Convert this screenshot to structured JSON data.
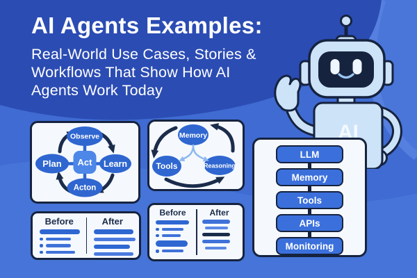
{
  "header": {
    "title": "AI Agents Examples:",
    "subtitle_line1": "Real-World Use Cases, Stories &",
    "subtitle_line2": "Workflows That Show How AI",
    "subtitle_line3": "Agents Work Today"
  },
  "robot": {
    "chest_label": "AI"
  },
  "cycle_panel_1": {
    "top": "Observe",
    "left": "Plan",
    "center": "Act",
    "right": "Learn",
    "bottom": "Acton"
  },
  "cycle_panel_2": {
    "top": "Memory",
    "left": "Tools",
    "right": "Reasoning"
  },
  "comparison_panel_1": {
    "left_header": "Before",
    "right_header": "After"
  },
  "comparison_panel_2": {
    "left_header": "Before",
    "right_header": "After"
  },
  "stack_panel": {
    "items": [
      "LLM",
      "Memory",
      "Tools",
      "APIs",
      "Monitoring"
    ]
  },
  "colors": {
    "bg_base": "#3f6bd2",
    "bg_dark_top": "#2b4cb3",
    "bg_light_wave": "#4674d8",
    "bg_swoosh": "#4a76da",
    "bg_swoosh_band": "#5580e0",
    "panel_bg": "#f5f9fe",
    "panel_border": "#16233f",
    "node_blue": "#2f66d0",
    "node_center_blue": "#4d87e8",
    "arrow_navy": "#1b2c4b",
    "fork_light_blue": "#8fb8f0",
    "bar_blue": "#2e66d2",
    "bar_soft_blue": "#3f71d8",
    "bar_lighter_blue": "#5c88e4",
    "bar_dark_navy": "#1b2b4a",
    "button_blue": "#3b70dc",
    "robot_body": "#cde3f8",
    "robot_face": "#16233f",
    "text_white": "#ffffff"
  }
}
